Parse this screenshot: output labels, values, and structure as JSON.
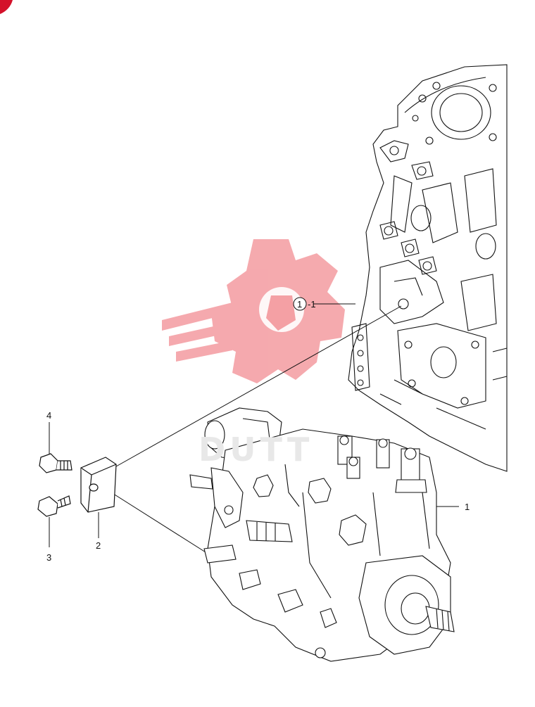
{
  "callouts": {
    "ref_circle": "1",
    "ref_suffix": "-1",
    "part_1": "1",
    "part_2": "2",
    "part_3": "3",
    "part_4": "4"
  },
  "watermark": {
    "text": "DUTT",
    "color": "#e8353f"
  },
  "corner_mark_color": "#d4112a"
}
